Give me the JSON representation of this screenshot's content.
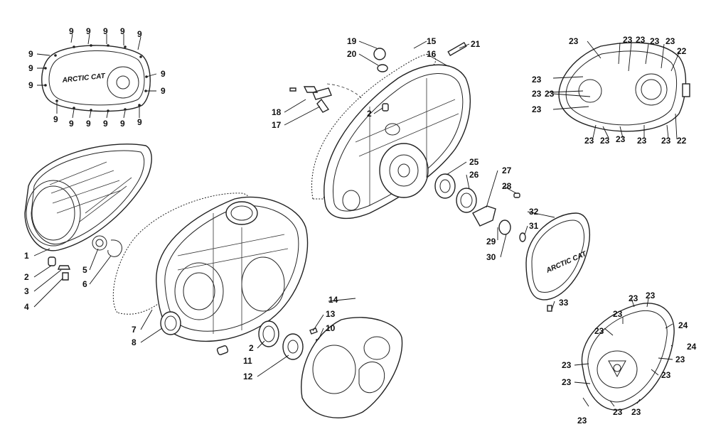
{
  "logo_text": "ARCTIC CAT",
  "callouts": [
    {
      "id": "c-9a",
      "text": "9"
    },
    {
      "id": "c-9b",
      "text": "9"
    },
    {
      "id": "c-9c",
      "text": "9"
    },
    {
      "id": "c-9d",
      "text": "9"
    },
    {
      "id": "c-9e",
      "text": "9"
    },
    {
      "id": "c-9f",
      "text": "9"
    },
    {
      "id": "c-9g",
      "text": "9"
    },
    {
      "id": "c-9h",
      "text": "9"
    },
    {
      "id": "c-9i",
      "text": "9"
    },
    {
      "id": "c-9j",
      "text": "9"
    },
    {
      "id": "c-9k",
      "text": "9"
    },
    {
      "id": "c-9l",
      "text": "9"
    },
    {
      "id": "c-9m",
      "text": "9"
    },
    {
      "id": "c-9n",
      "text": "9"
    },
    {
      "id": "c-9o",
      "text": "9"
    },
    {
      "id": "c-9p",
      "text": "9"
    },
    {
      "id": "c-1",
      "text": "1"
    },
    {
      "id": "c-2a",
      "text": "2"
    },
    {
      "id": "c-3",
      "text": "3"
    },
    {
      "id": "c-4",
      "text": "4"
    },
    {
      "id": "c-5",
      "text": "5"
    },
    {
      "id": "c-6",
      "text": "6"
    },
    {
      "id": "c-7",
      "text": "7"
    },
    {
      "id": "c-8",
      "text": "8"
    },
    {
      "id": "c-2b",
      "text": "2"
    },
    {
      "id": "c-11",
      "text": "11"
    },
    {
      "id": "c-12",
      "text": "12"
    },
    {
      "id": "c-13",
      "text": "13"
    },
    {
      "id": "c-10",
      "text": "10"
    },
    {
      "id": "c-14",
      "text": "14"
    },
    {
      "id": "c-19",
      "text": "19"
    },
    {
      "id": "c-20",
      "text": "20"
    },
    {
      "id": "c-15",
      "text": "15"
    },
    {
      "id": "c-16",
      "text": "16"
    },
    {
      "id": "c-21",
      "text": "21"
    },
    {
      "id": "c-18",
      "text": "18"
    },
    {
      "id": "c-17",
      "text": "17"
    },
    {
      "id": "c-2c",
      "text": "2"
    },
    {
      "id": "c-25",
      "text": "25"
    },
    {
      "id": "c-26",
      "text": "26"
    },
    {
      "id": "c-27",
      "text": "27"
    },
    {
      "id": "c-28",
      "text": "28"
    },
    {
      "id": "c-32",
      "text": "32"
    },
    {
      "id": "c-31",
      "text": "31"
    },
    {
      "id": "c-29",
      "text": "29"
    },
    {
      "id": "c-30",
      "text": "30"
    },
    {
      "id": "c-33",
      "text": "33"
    },
    {
      "id": "c-23a",
      "text": "23"
    },
    {
      "id": "c-23b",
      "text": "23"
    },
    {
      "id": "c-23c",
      "text": "23"
    },
    {
      "id": "c-23d",
      "text": "23"
    },
    {
      "id": "c-22a",
      "text": "22"
    },
    {
      "id": "c-23e",
      "text": "23"
    },
    {
      "id": "c-23f",
      "text": "23"
    },
    {
      "id": "c-23g",
      "text": "23"
    },
    {
      "id": "c-23h",
      "text": "23"
    },
    {
      "id": "c-23i",
      "text": "23"
    },
    {
      "id": "c-23j",
      "text": "23"
    },
    {
      "id": "c-23k",
      "text": "23"
    },
    {
      "id": "c-23l",
      "text": "23"
    },
    {
      "id": "c-22b",
      "text": "22"
    },
    {
      "id": "c-23m",
      "text": "23"
    },
    {
      "id": "c-23n",
      "text": "23"
    },
    {
      "id": "c-23o",
      "text": "23"
    },
    {
      "id": "c-24a",
      "text": "24"
    },
    {
      "id": "c-24b",
      "text": "24"
    },
    {
      "id": "c-23p",
      "text": "23"
    },
    {
      "id": "c-23q",
      "text": "23"
    },
    {
      "id": "c-23r",
      "text": "23"
    },
    {
      "id": "c-23s",
      "text": "23"
    },
    {
      "id": "c-23t",
      "text": "23"
    },
    {
      "id": "c-23u",
      "text": "23"
    },
    {
      "id": "c-23v",
      "text": "23"
    }
  ]
}
